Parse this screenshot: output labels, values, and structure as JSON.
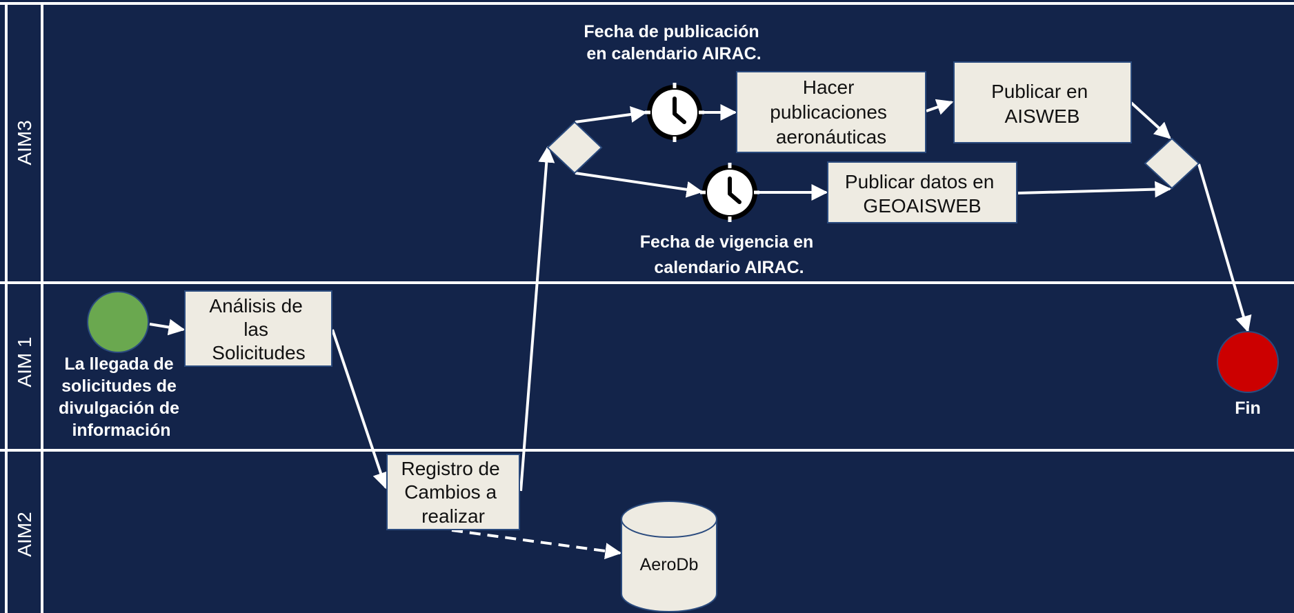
{
  "colors": {
    "background": "#13244a",
    "lane_line": "#ffffff",
    "task_fill": "#eeebe2",
    "task_stroke": "#2b4b7e",
    "start_fill": "#6aa84f",
    "end_fill": "#cc0000",
    "arrow": "#ffffff"
  },
  "lanes": [
    {
      "label": "AIM3"
    },
    {
      "label": "AIM 1"
    },
    {
      "label": "AIM2"
    }
  ],
  "tasks": {
    "analisis": [
      "Análisis de",
      "las",
      "Solicitudes"
    ],
    "registro": [
      "Registro de",
      "Cambios a",
      "realizar"
    ],
    "hacer": [
      "Hacer",
      "publicaciones",
      "aeronáuticas"
    ],
    "aisweb": [
      "Publicar en",
      "AISWEB"
    ],
    "geoaisweb": [
      "Publicar datos en",
      "GEOAISWEB"
    ]
  },
  "annotations": {
    "start": [
      "La llegada de",
      "solicitudes de",
      "divulgación de",
      "información"
    ],
    "end": [
      "Fin"
    ],
    "timer_publicacion": [
      "Fecha de publicación",
      "en calendario AIRAC."
    ],
    "timer_vigencia": [
      "Fecha de vigencia en",
      "calendario AIRAC."
    ]
  },
  "datastore": {
    "label": "AeroDb"
  },
  "icons": {
    "start_event": "start-event-circle",
    "end_event": "end-event-circle",
    "timer": "clock-icon",
    "gateway": "diamond-gateway",
    "datastore": "database-cylinder-icon"
  }
}
